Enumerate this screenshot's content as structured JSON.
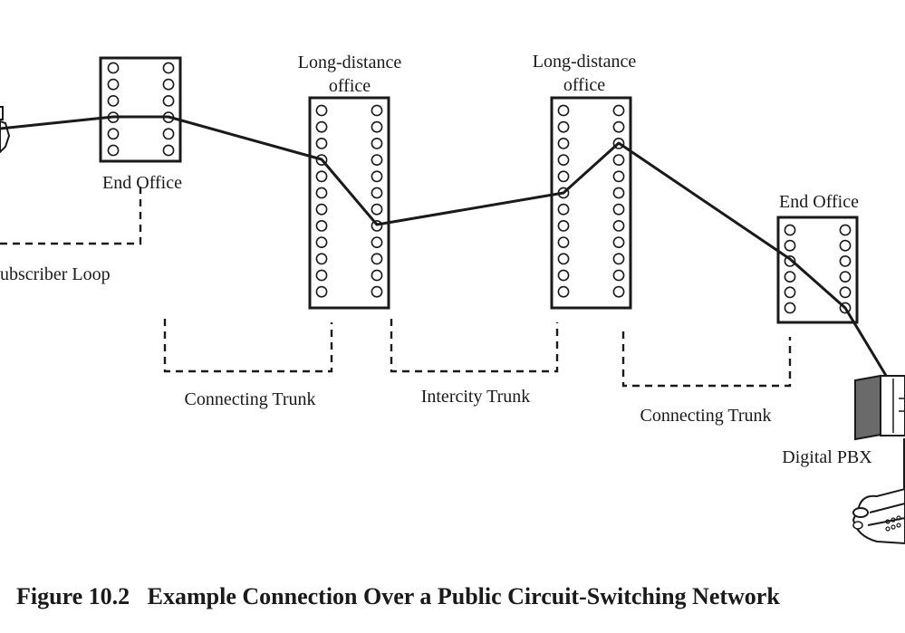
{
  "labels": {
    "end_office_left": "End Office",
    "ld_office_1_line1": "Long-distance",
    "ld_office_1_line2": "office",
    "ld_office_2_line1": "Long-distance",
    "ld_office_2_line2": "office",
    "end_office_right": "End Office",
    "subscriber_loop": "ubscriber Loop",
    "connecting_trunk_left": "Connecting Trunk",
    "intercity_trunk": "Intercity Trunk",
    "connecting_trunk_right": "Connecting Trunk",
    "digital_pbx": "Digital PBX"
  },
  "caption": "Figure 10.2   Example Connection Over a Public Circuit-Switching Network",
  "icons": {
    "left_device": "telephone-icon",
    "pbx": "pbx-cabinet-icon",
    "right_device": "telephone-icon"
  }
}
